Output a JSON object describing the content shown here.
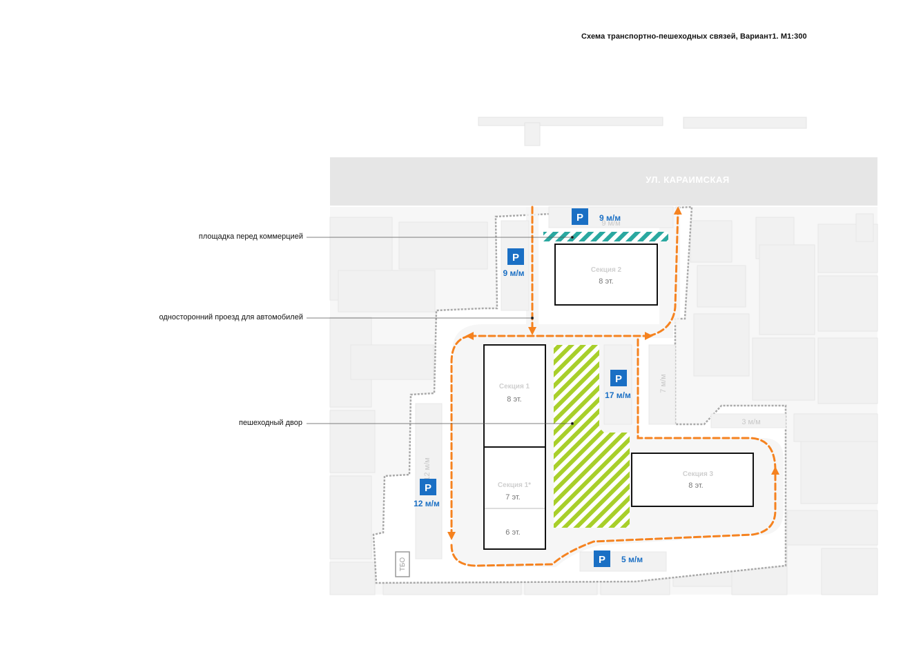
{
  "title": "Схема транспортно-пешеходных связей, Вариант1. М1:300",
  "street": "УЛ. КАРАИМСКАЯ",
  "callouts": {
    "commerce_area": "площадка перед коммерцией",
    "one_way_drive": "односторонний проезд для автомобилей",
    "pedestrian_yard": "пешеходный двор"
  },
  "parking": {
    "letter": "P",
    "north": "9 м/м",
    "west_upper": "9 м/м",
    "center": "17 м/м",
    "west_lower": "12 м/м",
    "south": "5 м/м",
    "ghost_north": "9 м/м",
    "ghost_east": "7 м/м",
    "ghost_east_lower": "3 м/м",
    "ghost_west_lower": "12 м/м"
  },
  "sections": {
    "s2_name": "Секция 2",
    "s2_floors": "8 эт.",
    "s1_name": "Секция 1",
    "s1_floors": "8 эт.",
    "s1a_name": "Секция 1*",
    "s1a_floors": "7 эт.",
    "s1b_floors": "6 эт.",
    "s3_name": "Секция 3",
    "s3_floors": "8 эт."
  },
  "tbo": "ТБО",
  "colors": {
    "route": "#f5821f",
    "parking_blue": "#1a6fc4",
    "commerce_hatch": "#2aa8a0",
    "yard_hatch": "#a8cf2a",
    "street_gray": "#e6e6e6",
    "context_gray": "#f1f1f1"
  }
}
